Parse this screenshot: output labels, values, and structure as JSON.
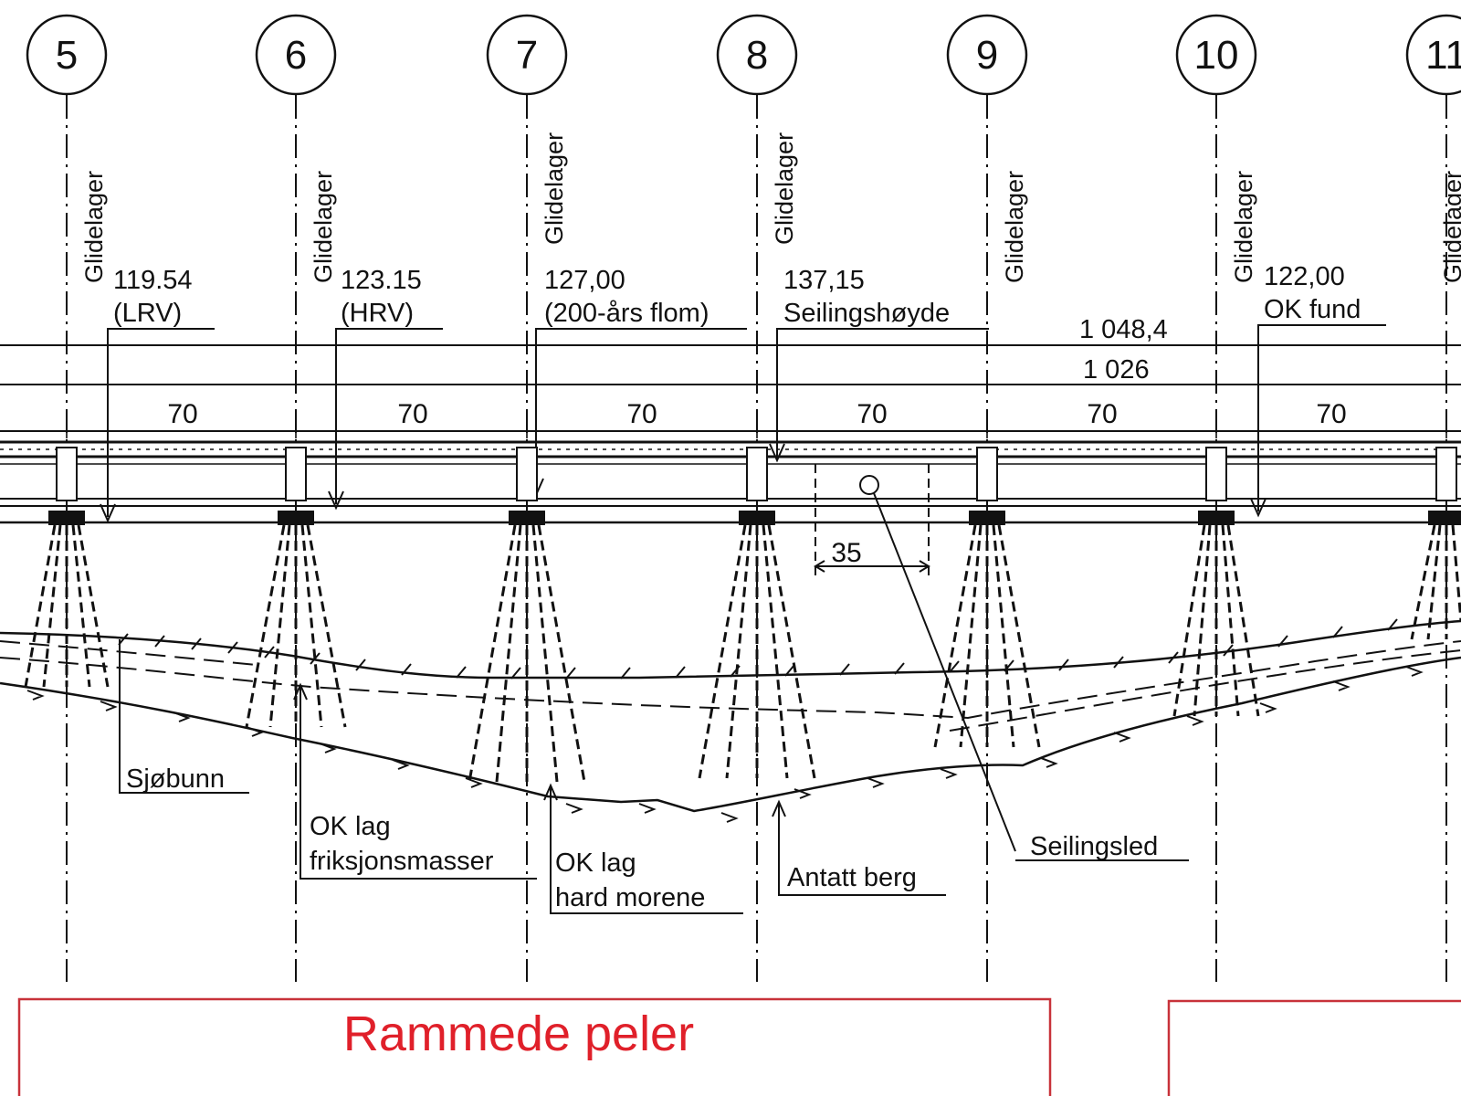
{
  "axes": [
    "5",
    "6",
    "7",
    "8",
    "9",
    "10",
    "11"
  ],
  "bearing_label": "Glidelager",
  "levels": [
    {
      "value": "119.54",
      "note": "(LRV)"
    },
    {
      "value": "123.15",
      "note": "(HRV)"
    },
    {
      "value": "127,00",
      "note": "(200-års flom)"
    },
    {
      "value": "137,15",
      "note": "Seilingshøyde"
    },
    {
      "value": "122,00",
      "note": "OK fund"
    }
  ],
  "dimensions": {
    "total_upper": "1 048,4",
    "total_lower": "1 026",
    "spans": [
      "70",
      "70",
      "70",
      "70",
      "70",
      "70"
    ],
    "channel_width": "35"
  },
  "soil_labels": {
    "seabed": "Sjøbunn",
    "friction_line1": "OK lag",
    "friction_line2": "friksjonsmasser",
    "moraine_line1": "OK lag",
    "moraine_line2": "hard morene",
    "rock": "Antatt berg",
    "channel": "Seilingsled"
  },
  "legend_box": {
    "title": "Rammede peler",
    "color": "#e0202a"
  },
  "colors": {
    "line": "#111111",
    "box_border": "#c8323a"
  }
}
